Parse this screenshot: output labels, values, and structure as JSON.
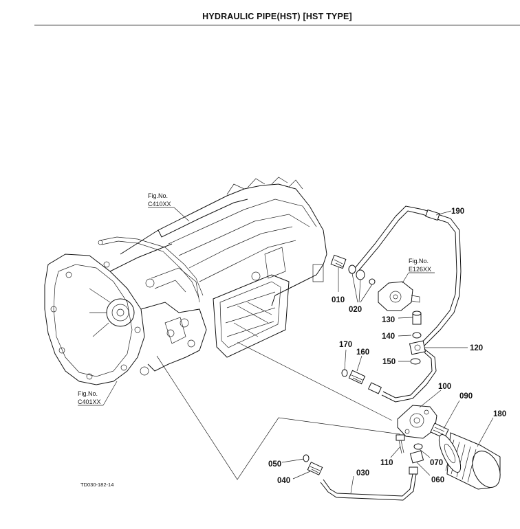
{
  "title": "HYDRAULIC PIPE(HST) [HST TYPE]",
  "figure_refs": [
    {
      "line1": "Fig.No.",
      "line2": "C410XX"
    },
    {
      "line1": "Fig.No.",
      "line2": "E126XX"
    },
    {
      "line1": "Fig.No.",
      "line2": "C401XX"
    }
  ],
  "part_labels": [
    "010",
    "020",
    "030",
    "040",
    "050",
    "060",
    "070",
    "090",
    "100",
    "110",
    "120",
    "130",
    "140",
    "150",
    "160",
    "170",
    "180",
    "190"
  ],
  "drawing_code": "TD030-182-14"
}
